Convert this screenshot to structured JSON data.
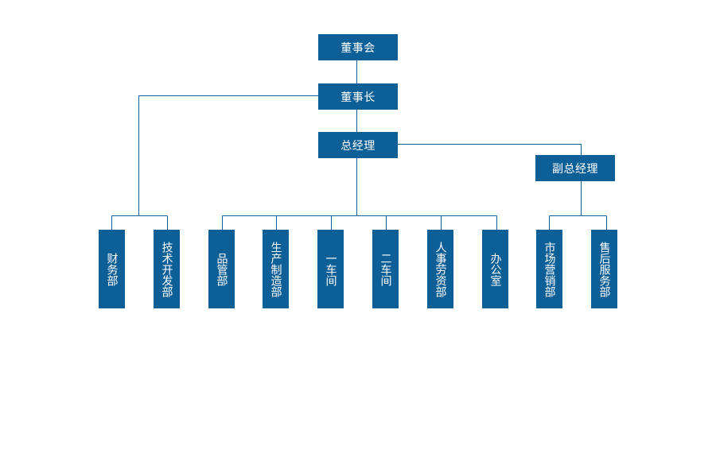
{
  "colors": {
    "box_fill": "#0d5f98",
    "box_text": "#ffffff",
    "line": "#0d5f98"
  },
  "nodes": {
    "board": "董事会",
    "chairman": "董事长",
    "general_manager": "总经理",
    "deputy_general_manager": "副总经理",
    "finance": "财务部",
    "tech_dev": "技术开发部",
    "quality": "品管部",
    "production": "生产制造部",
    "workshop_1": "一车间",
    "workshop_2": "二车间",
    "hr": "人事劳资部",
    "office": "办公室",
    "marketing": "市场营销部",
    "after_sales": "售后服务部"
  }
}
